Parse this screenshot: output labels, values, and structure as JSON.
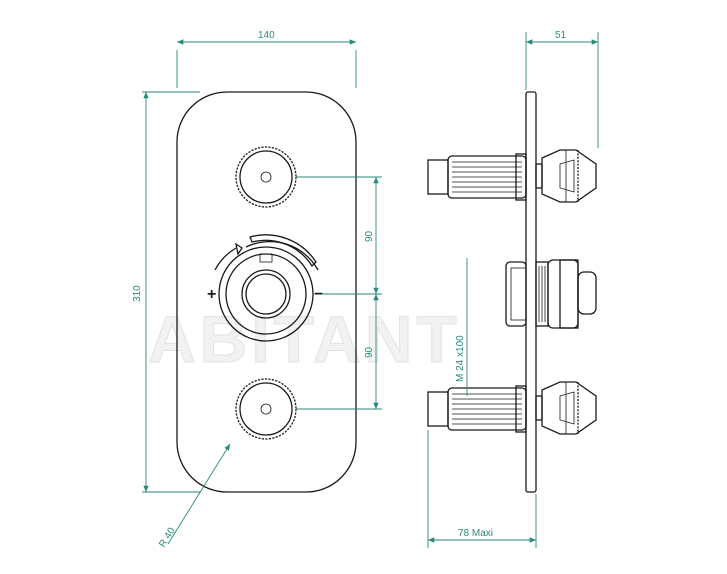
{
  "watermark": "ABITANT",
  "dimensions": {
    "width_front": "140",
    "height_front": "310",
    "spacing_upper": "90",
    "spacing_lower": "90",
    "radius": "R 40",
    "depth_side": "51",
    "thread": "M  24  x100",
    "depth_max": "78  Maxi"
  },
  "symbols": {
    "plus": "+",
    "minus": "−"
  },
  "colors": {
    "dimension": "#2a8a7a",
    "line": "#1a1a1a"
  }
}
